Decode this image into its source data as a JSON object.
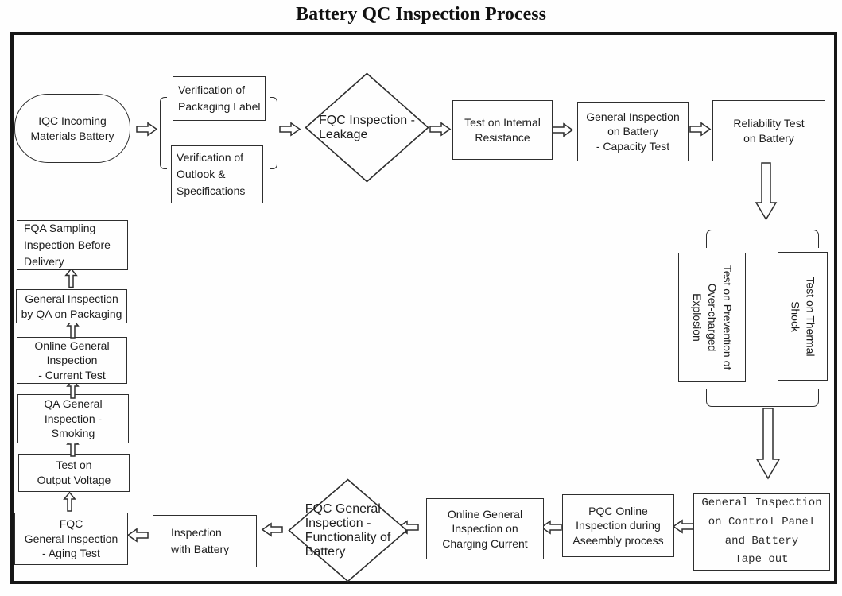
{
  "title": "Battery QC Inspection Process",
  "colors": {
    "line": "#2e2e2e",
    "text": "#1d1d1d",
    "background": "#fefefe",
    "frame": "#161616"
  },
  "nodes": {
    "iqc": {
      "label": "IQC Incoming\nMaterials Battery",
      "shape": "stadium"
    },
    "verify_packaging": {
      "label": "Verification of\nPackaging Label",
      "shape": "rect"
    },
    "verify_outlook": {
      "label": "Verification of\nOutlook &\nSpecifications",
      "shape": "rect"
    },
    "fqc_leakage": {
      "label": "FQC Inspection -\nLeakage",
      "shape": "diamond"
    },
    "internal_resistance": {
      "label": "Test on Internal\nResistance",
      "shape": "rect"
    },
    "capacity_test": {
      "label": "General Inspection\non Battery\n- Capacity Test",
      "shape": "rect"
    },
    "reliability": {
      "label": "Reliability Test\non Battery",
      "shape": "rect"
    },
    "overcharge": {
      "label": "Test on Prevention of\nOver-charged\nExplosion",
      "shape": "rect-rotated"
    },
    "thermal": {
      "label": "Test on Thermal\nShock",
      "shape": "rect-rotated"
    },
    "control_panel": {
      "label": "General Inspection\non Control Panel\nand Battery\nTape out",
      "shape": "rect"
    },
    "pqc_online": {
      "label": "PQC Online\nInspection during\nAseembly process",
      "shape": "rect"
    },
    "charging_current": {
      "label": "Online General\nInspection on\nCharging Current",
      "shape": "rect"
    },
    "fqc_functionality": {
      "label": "FQC General\nInspection -\nFunctionality of\nBattery",
      "shape": "diamond"
    },
    "inspection_battery": {
      "label": "Inspection\nwith Battery",
      "shape": "rect"
    },
    "fqc_aging": {
      "label": "FQC\nGeneral Inspection\n- Aging Test",
      "shape": "rect"
    },
    "output_voltage": {
      "label": "Test on\nOutput Voltage",
      "shape": "rect"
    },
    "qa_smoking": {
      "label": "QA General\nInspection -\nSmoking",
      "shape": "rect"
    },
    "online_current": {
      "label": "Online General\nInspection\n- Current Test",
      "shape": "rect"
    },
    "qa_packaging": {
      "label": "General Inspection\nby QA on Packaging",
      "shape": "rect"
    },
    "fqa_sampling": {
      "label": "FQA Sampling\nInspection Before\nDelivery",
      "shape": "rect"
    }
  },
  "flow": [
    [
      "iqc",
      "verify_packaging+verify_outlook"
    ],
    [
      "verify_packaging+verify_outlook",
      "fqc_leakage"
    ],
    [
      "fqc_leakage",
      "internal_resistance"
    ],
    [
      "internal_resistance",
      "capacity_test"
    ],
    [
      "capacity_test",
      "reliability"
    ],
    [
      "reliability",
      "overcharge+thermal"
    ],
    [
      "overcharge+thermal",
      "control_panel"
    ],
    [
      "control_panel",
      "pqc_online"
    ],
    [
      "pqc_online",
      "charging_current"
    ],
    [
      "charging_current",
      "fqc_functionality"
    ],
    [
      "fqc_functionality",
      "inspection_battery"
    ],
    [
      "inspection_battery",
      "fqc_aging"
    ],
    [
      "fqc_aging",
      "output_voltage"
    ],
    [
      "output_voltage",
      "qa_smoking"
    ],
    [
      "qa_smoking",
      "online_current"
    ],
    [
      "online_current",
      "qa_packaging"
    ],
    [
      "qa_packaging",
      "fqa_sampling"
    ]
  ]
}
